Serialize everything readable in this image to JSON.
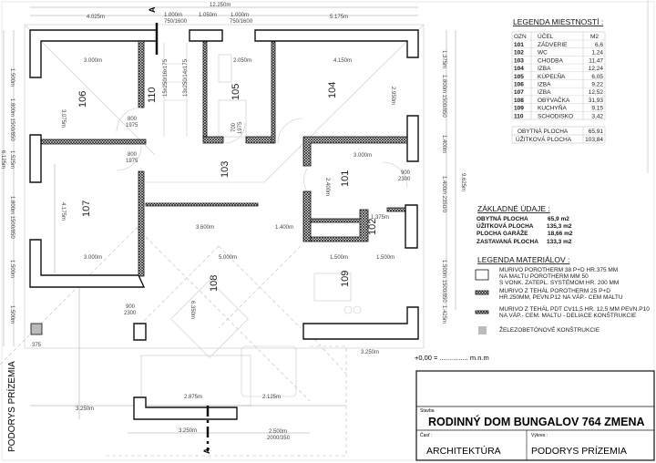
{
  "plan": {
    "section_mark": "A",
    "rooms": [
      "101",
      "102",
      "103",
      "104",
      "105",
      "106",
      "107",
      "108",
      "109",
      "110"
    ],
    "top_dims": {
      "total": "12.250m",
      "d1": "4.025m",
      "d2": "1.000m",
      "d2b": "750/1600",
      "d3": "1.050m",
      "d4": "1.000m",
      "d4b": "750/1600",
      "d5": "5.175m"
    },
    "inner_dims": {
      "r106w": "3.000m",
      "r106h": "3.075m",
      "r105w": "2.050m",
      "r104w": "4.150m",
      "r104h": "2.950m",
      "r101w": "3.000m",
      "r101h": "2.400m",
      "r107h": "4.175m",
      "r107w": "3.000m",
      "r103a": "3.600m",
      "r103b": "1.400m",
      "r108w": "5.000m",
      "r108h": "6.350m",
      "r109a": "1.500m",
      "r109b": "1.500m",
      "r102w": "1.375m",
      "bottom1": "2.875m",
      "bottom2": "2.125m",
      "bottom3": "3.250m",
      "bottom4": "3.250m",
      "bottom5": "2.500m",
      "bottom5b": "2000/350",
      "right1": "3.250m",
      "stair1": "15x250/16x175",
      "stair2": "13x250/14x175",
      "door1": "800",
      "door1b": "1975",
      "door2": "800",
      "door2b": "1975",
      "door3": "900",
      "door3b": "2300",
      "door4": "900",
      "door4b": "2300",
      "door5": "700",
      "door5b": "1975"
    },
    "left_dims": [
      "1.500m",
      "1.800m 1500/850",
      "1.525m",
      "6.125m",
      "1.800m 1500/850",
      "1.500m",
      "1.500m",
      "375"
    ],
    "right_dims": [
      "1.375m",
      "1.800m 1500/850",
      "1.400m",
      "1.400m 2350/0",
      "9.625m",
      "1.500m 1500/850",
      "1.425m"
    ],
    "side_title": "PODORYS PRÍZEMIA",
    "elevation": "+0,00 = ............... m.n.m"
  },
  "room_legend": {
    "title": "LEGENDA MIESTNOSTÍ :",
    "headers": [
      "OZN",
      "ÚČEL",
      "M2"
    ],
    "rows": [
      [
        "101",
        "ZÁDVERIE",
        "6,6"
      ],
      [
        "102",
        "WC",
        "1,24"
      ],
      [
        "103",
        "CHODBA",
        "11,47"
      ],
      [
        "104",
        "IZBA",
        "12,24"
      ],
      [
        "105",
        "KÚPEĽŇA",
        "6,05"
      ],
      [
        "106",
        "IZBA",
        "9,22"
      ],
      [
        "107",
        "IZBA",
        "12,52"
      ],
      [
        "108",
        "OBÝVAČKA",
        "31,93"
      ],
      [
        "109",
        "KUCHYŇA",
        "9,15"
      ],
      [
        "110",
        "SCHODISKO",
        "3,42"
      ]
    ],
    "totals": [
      [
        "OBYTNÁ PLOCHA",
        "65,91"
      ],
      [
        "ÚŽITKOVÁ PLOCHA",
        "103,84"
      ]
    ]
  },
  "basic_data": {
    "title": "ZÁKLADNÉ ÚDAJE :",
    "rows": [
      [
        "OBYTNÁ PLOCHA",
        "65,9 m2"
      ],
      [
        "ÚŽITKOVÁ PLOCHA",
        "135,3 m2"
      ],
      [
        "PLOCHA GARÁŽE",
        "18,66 m2"
      ],
      [
        "ZASTAVANÁ PLOCHA",
        "133,3 m2"
      ]
    ]
  },
  "materials": {
    "title": "LEGENDA MATERIÁLOV :",
    "items": [
      [
        "MURIVO POROTHERM 38 P+D HR.375 MM",
        "NA MALTU POROTHERM MM 50",
        "S VONK. ZATEPL. SYSTÉMOM HR. 200 MM"
      ],
      [
        "MURIVO Z TEHÁL POROTHERM 25 P+D",
        "HR.250MM, PEVN.P12 NA VÁP.- CEM MALTU"
      ],
      [
        "MURIVO Z TEHÁL PDT CV11,5 HR. 12,5 MM PEVN.P10",
        "NA VÁP.- CEM. MALTU - DELIACE KONŠTRUKCIE"
      ],
      [
        "ŽELEZOBETÓNOVÉ KONŠTRUKCIE"
      ]
    ]
  },
  "title_block": {
    "stavba_label": "Stavba",
    "stavba": "RODINNÝ DOM BUNGALOV 764 ZMENA",
    "cast_label": "Časť :",
    "cast": "ARCHITEKTÚRA",
    "vykres_label": "Výkres :",
    "vykres": "PODORYS PRÍZEMIA"
  },
  "colors": {
    "wall": "#111111",
    "concrete": "#bbbbbb",
    "guide": "#c8c8c8"
  }
}
